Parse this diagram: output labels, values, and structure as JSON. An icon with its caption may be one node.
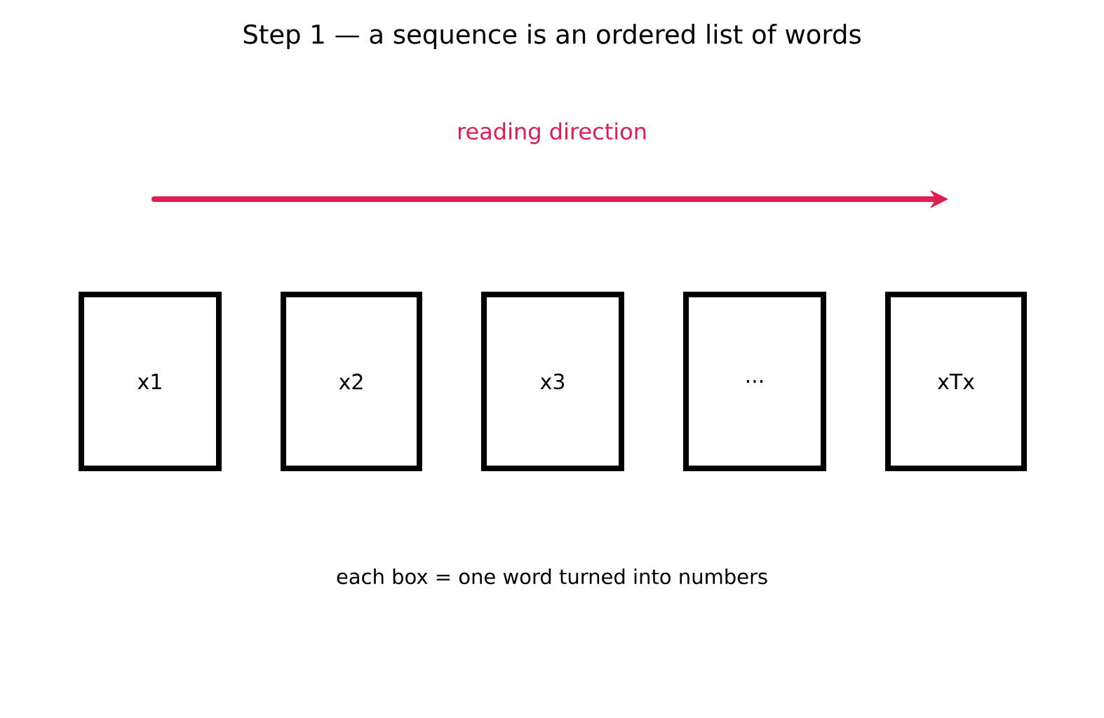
{
  "diagram": {
    "title": "Step 1 — a sequence is an ordered list of words",
    "nodes": [
      {
        "text": [
          "x1"
        ]
      },
      {
        "text": [
          "x2"
        ]
      },
      {
        "text": [
          "x3"
        ]
      },
      {
        "text": [
          "..."
        ]
      },
      {
        "text": [
          "xTx"
        ]
      }
    ],
    "edges": [],
    "labels": [
      "reading direction"
    ],
    "caption": "each box = one word turned into numbers"
  }
}
